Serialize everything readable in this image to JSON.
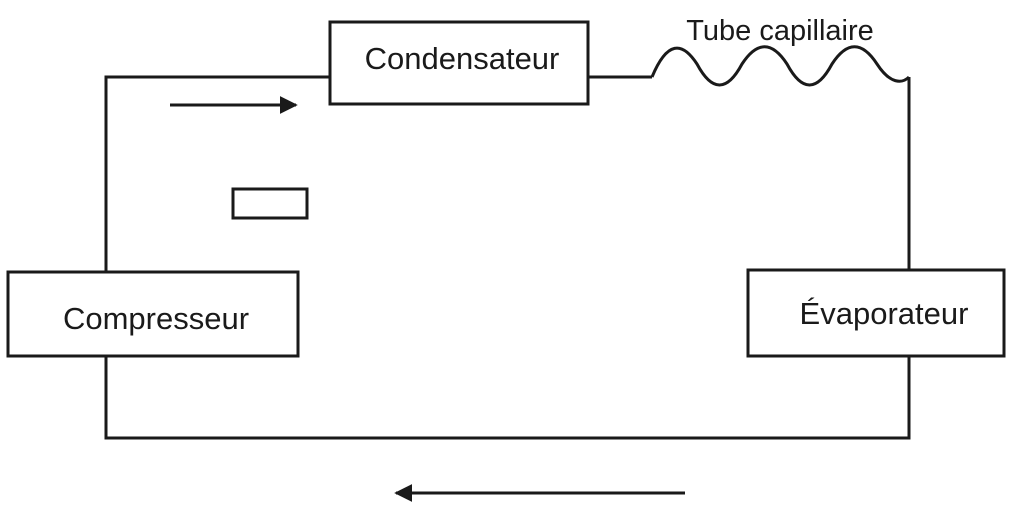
{
  "diagram": {
    "type": "refrigeration-cycle",
    "components": {
      "condenser": "Condensateur",
      "capillary_tube": "Tube capillaire",
      "compressor": "Compresseur",
      "evaporator": "Évaporateur"
    },
    "flow_direction": "clockwise",
    "colors": {
      "stroke": "#1a1a1a",
      "background": "#ffffff"
    }
  }
}
